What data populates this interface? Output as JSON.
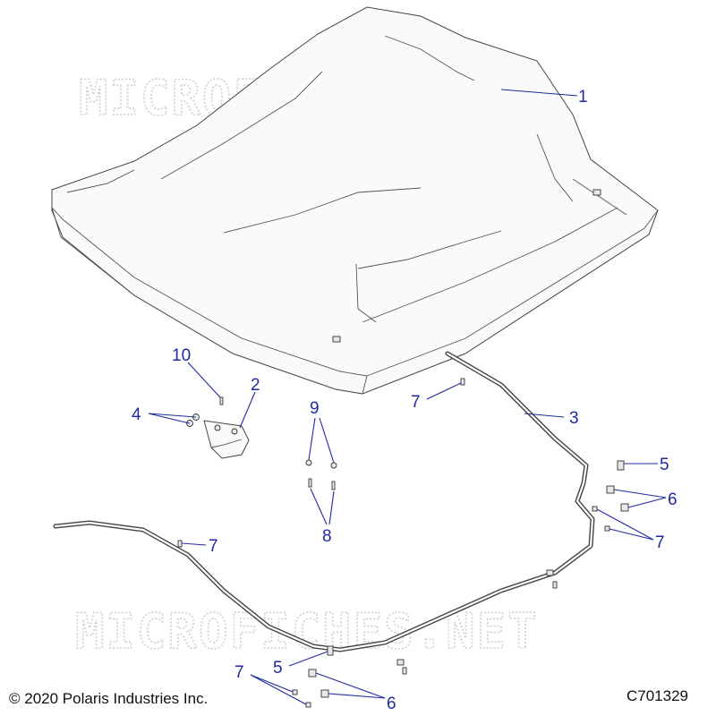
{
  "watermark": "MICROFICHES.NET",
  "footer": {
    "copyright": "© 2020 Polaris Industries Inc.",
    "code": "C701329"
  },
  "callouts": {
    "c1": "1",
    "c2": "2",
    "c3": "3",
    "c4": "4",
    "c5a": "5",
    "c5b": "5",
    "c6a": "6",
    "c6b": "6",
    "c7a": "7",
    "c7b": "7",
    "c7c": "7",
    "c7d": "7",
    "c8": "8",
    "c9": "9",
    "c10": "10"
  },
  "colors": {
    "callout": "#1f2aa0",
    "watermark": "#cfcfcf"
  }
}
